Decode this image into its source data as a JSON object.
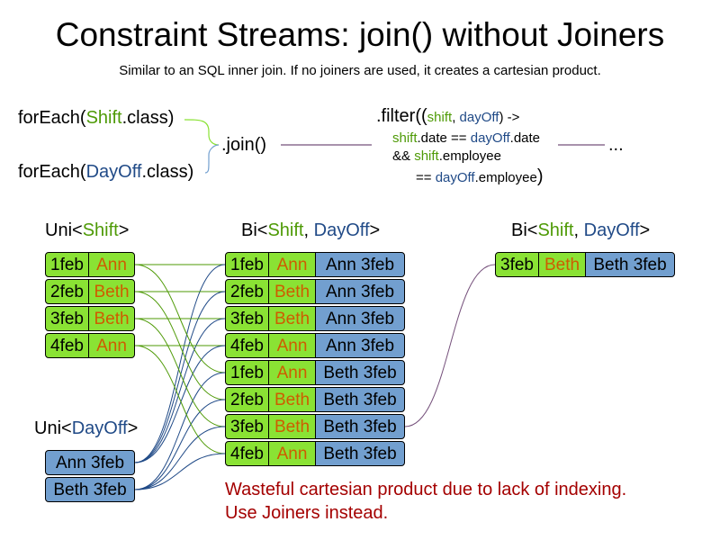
{
  "title": "Constraint Streams: join() without Joiners",
  "subtitle": "Similar to an SQL inner join. If no joiners are used, it creates a cartesian product.",
  "code": {
    "forEach1": {
      "pre": "forEach(",
      "cls": "Shift",
      "post": ".class)"
    },
    "forEach2": {
      "pre": "forEach(",
      "cls": "DayOff",
      "post": ".class)"
    },
    "join": ".join()",
    "filter_line1": {
      "pre": ".filter(",
      "paren": "(",
      "a": "shift",
      "comma": ", ",
      "b": "dayOff",
      "post": ") ->"
    },
    "filter_line2": {
      "a": "shift",
      "mid": ".date == ",
      "b": "dayOff",
      "post": ".date"
    },
    "filter_line3": {
      "pre": "&& ",
      "a": "shift",
      "post": ".employee"
    },
    "filter_line4": {
      "pre": "== ",
      "b": "dayOff",
      "post": ".employee",
      "close": ")"
    },
    "ellipsis": "..."
  },
  "headers": {
    "uni_shift": {
      "pre": "Uni<",
      "a": "Shift",
      "post": ">"
    },
    "uni_dayoff": {
      "pre": "Uni<",
      "b": "DayOff",
      "post": ">"
    },
    "bi_mid": {
      "pre": "Bi<",
      "a": "Shift",
      "comma": ", ",
      "b": "DayOff",
      "post": ">"
    },
    "bi_right": {
      "pre": "Bi<",
      "a": "Shift",
      "comma": ", ",
      "b": "DayOff",
      "post": ">"
    }
  },
  "shifts": [
    {
      "date": "1feb",
      "employee": "Ann"
    },
    {
      "date": "2feb",
      "employee": "Beth"
    },
    {
      "date": "3feb",
      "employee": "Beth"
    },
    {
      "date": "4feb",
      "employee": "Ann"
    }
  ],
  "dayoffs": [
    {
      "label": "Ann 3feb"
    },
    {
      "label": "Beth 3feb"
    }
  ],
  "bi_rows": [
    {
      "date": "1feb",
      "employee": "Ann",
      "dayoff": "Ann 3feb"
    },
    {
      "date": "2feb",
      "employee": "Beth",
      "dayoff": "Ann 3feb"
    },
    {
      "date": "3feb",
      "employee": "Beth",
      "dayoff": "Ann 3feb"
    },
    {
      "date": "4feb",
      "employee": "Ann",
      "dayoff": "Ann 3feb"
    },
    {
      "date": "1feb",
      "employee": "Ann",
      "dayoff": "Beth 3feb"
    },
    {
      "date": "2feb",
      "employee": "Beth",
      "dayoff": "Beth 3feb"
    },
    {
      "date": "3feb",
      "employee": "Beth",
      "dayoff": "Beth 3feb"
    },
    {
      "date": "4feb",
      "employee": "Ann",
      "dayoff": "Beth 3feb"
    }
  ],
  "result_rows": [
    {
      "date": "3feb",
      "employee": "Beth",
      "dayoff": "Beth 3feb"
    }
  ],
  "note": {
    "line1": "Wasteful cartesian product due to lack of indexing.",
    "line2": "Use Joiners instead."
  },
  "colors": {
    "shift_green": "#4e9a06",
    "dayoff_blue": "#204a87",
    "employee_orange": "#ce5c00",
    "note_red": "#a40000",
    "shift_cell": "#8ae234",
    "dayoff_cell": "#729fcf",
    "join_line": "#75507b"
  }
}
